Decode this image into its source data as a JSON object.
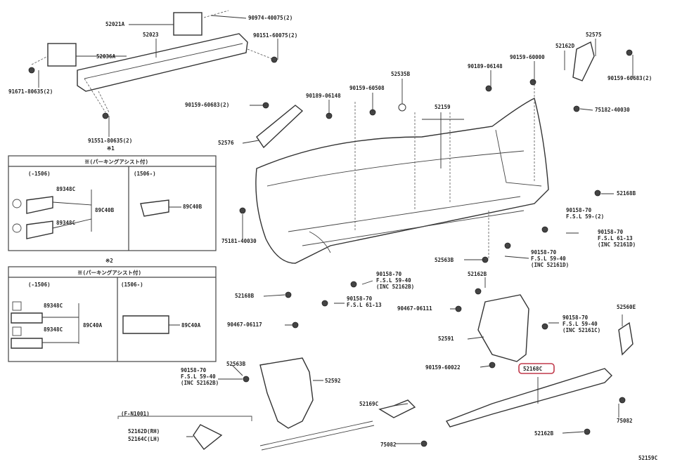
{
  "diagram": {
    "highlight_color": "#c0394a",
    "labels": [
      "52021A",
      "52023",
      "52036A",
      "90974-40075(2)",
      "90151-60075(2)",
      "91671-80635(2)",
      "91551-80635(2)",
      "※1",
      "90159-60683(2)",
      "52576",
      "90189-06148",
      "90159-60508",
      "52535B",
      "52159",
      "90189-06148",
      "90159-60000",
      "52162D",
      "52575",
      "90159-60683(2)",
      "75182-40030",
      "75181-40030",
      "52168B",
      "52168B",
      "90158-70",
      "F.S.L 59-(2)",
      "90158-70",
      "F.S.L 61-13",
      "(INC 52161D)",
      "90158-70",
      "F.S.L 59-40",
      "(INC 52161D)",
      "52563B",
      "52162B",
      "90158-70",
      "F.S.L 59-40",
      "(INC 52162B)",
      "90158-70",
      "F.S.L 61-13",
      "90467-06111",
      "90467-06117",
      "52563B",
      "90158-70",
      "F.S.L 59-40",
      "(INC 52162B)",
      "52592",
      "52591",
      "90158-70",
      "F.S.L 59-40",
      "(INC 52161C)",
      "90159-60022",
      "52168C",
      "52560E",
      "52169C",
      "75082",
      "52162B",
      "75082",
      "52159C",
      "(F-N1001)",
      "52162D(RH)",
      "52164C(LH)"
    ],
    "inset1": {
      "marker": "※1",
      "title": "※(パーキングアシスト付)",
      "col1": "(-1506)",
      "col2": "(1506-)",
      "a": "89348C",
      "b": "89348C",
      "group": "89C40B",
      "right": "89C40B"
    },
    "inset2": {
      "marker": "※2",
      "title": "※(パーキングアシスト付)",
      "col1": "(-1506)",
      "col2": "(1506-)",
      "a": "89348C",
      "b": "89348C",
      "group": "89C40A",
      "right": "89C40A"
    }
  }
}
